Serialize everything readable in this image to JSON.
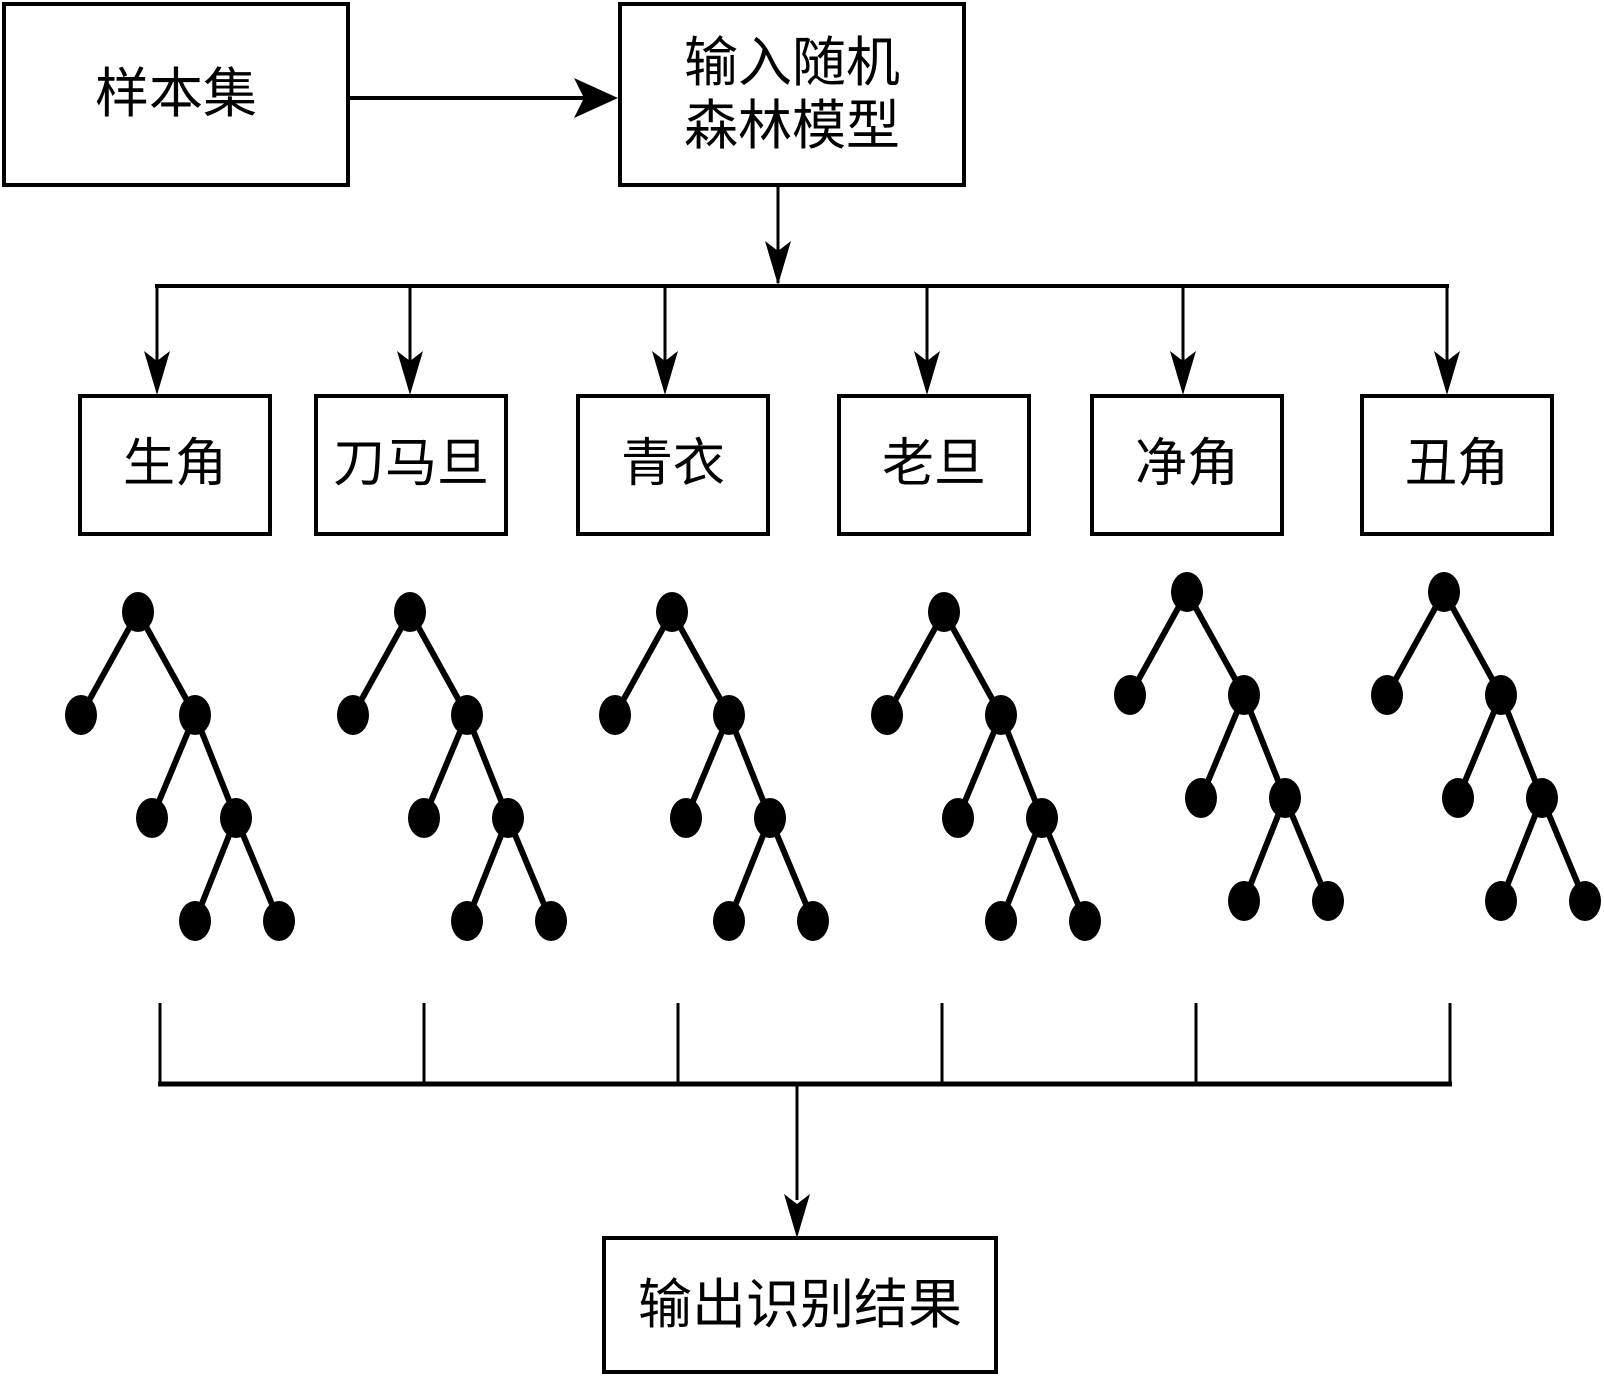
{
  "diagram": {
    "sample_set": "样本集",
    "model_line1": "输入随机",
    "model_line2": "森林模型",
    "categories": [
      "生角",
      "刀马旦",
      "青衣",
      "老旦",
      "净角",
      "丑角"
    ],
    "output": "输出识别结果"
  },
  "colors": {
    "stroke": "#000000",
    "background": "#ffffff"
  }
}
